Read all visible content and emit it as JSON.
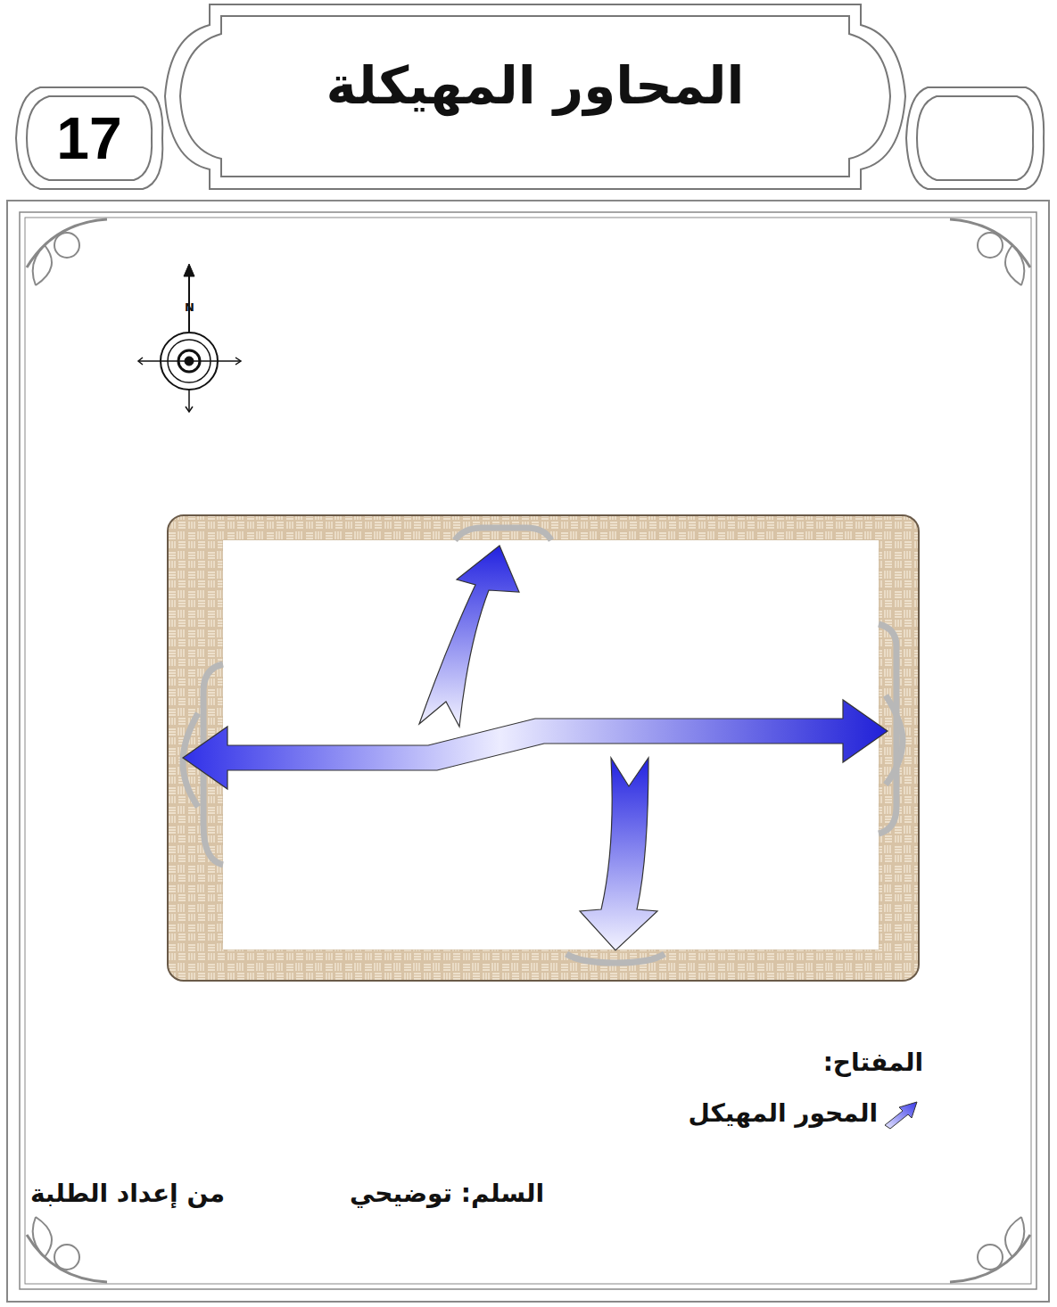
{
  "diagram": {
    "title": "المحاور المهيكلة",
    "nodes": [
      {
        "text": [
          "17"
        ]
      }
    ],
    "labels": [
      "N",
      "المفتاح:",
      "السلم: توضيحي",
      "من إعداد الطلبة"
    ],
    "legend": [
      {
        "text": "المحور المهيكل"
      }
    ]
  }
}
